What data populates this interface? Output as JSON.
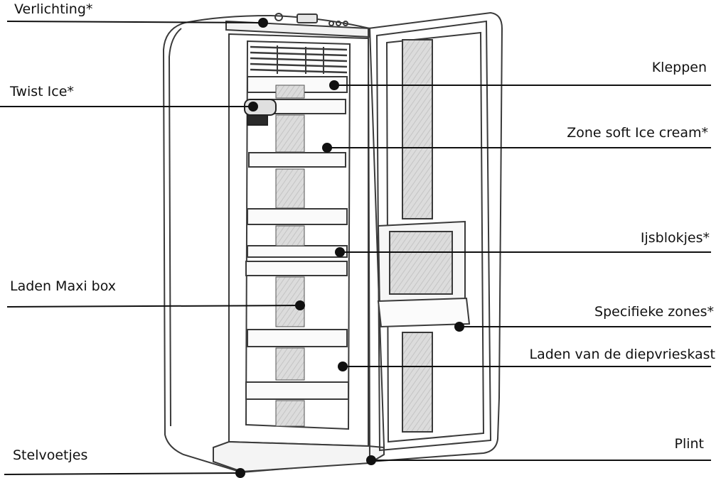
{
  "labels": {
    "verlichting": "Verlichting*",
    "twist_ice": "Twist Ice*",
    "laden_maxi_box": "Laden Maxi box",
    "stelvoetjes": "Stelvoetjes",
    "kleppen": "Kleppen",
    "zone_soft_ice_cream": "Zone soft Ice cream*",
    "ijsblokjes": "Ijsblokjes*",
    "specifieke_zones": "Specifieke zones*",
    "laden_diepvrieskast": "Laden van de diepvrieskast",
    "plint": "Plint"
  },
  "colors": {
    "line": "#111111",
    "sketch": "#3a3a3a",
    "glass": "#d8d8d8"
  }
}
